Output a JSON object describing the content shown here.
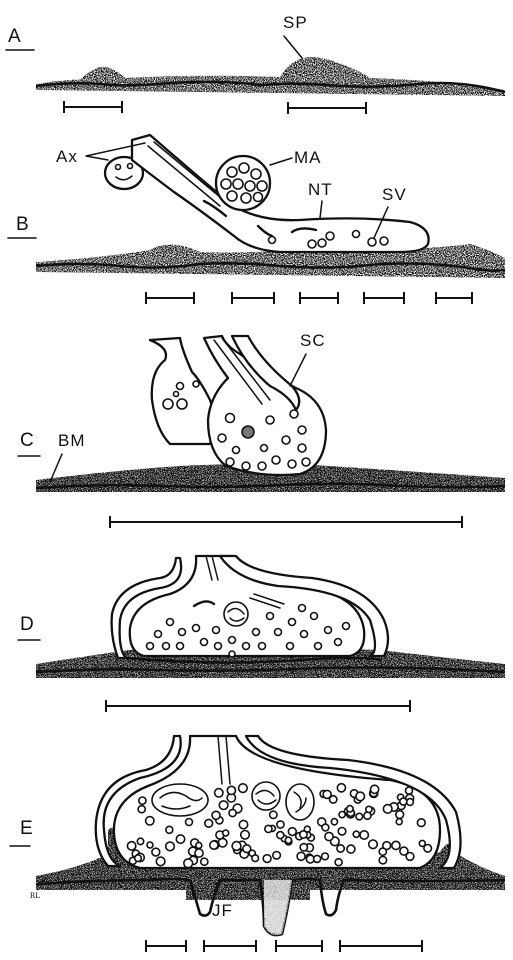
{
  "panels": [
    "A",
    "B",
    "C",
    "D",
    "E"
  ],
  "labels": {
    "sp": "SP",
    "ax": "Ax",
    "ma": "MA",
    "nt": "NT",
    "sv": "SV",
    "sc": "SC",
    "bm": "BM",
    "jf": "JF"
  },
  "signature": "RL",
  "colors": {
    "ink": "#111111",
    "background": "#ffffff"
  }
}
